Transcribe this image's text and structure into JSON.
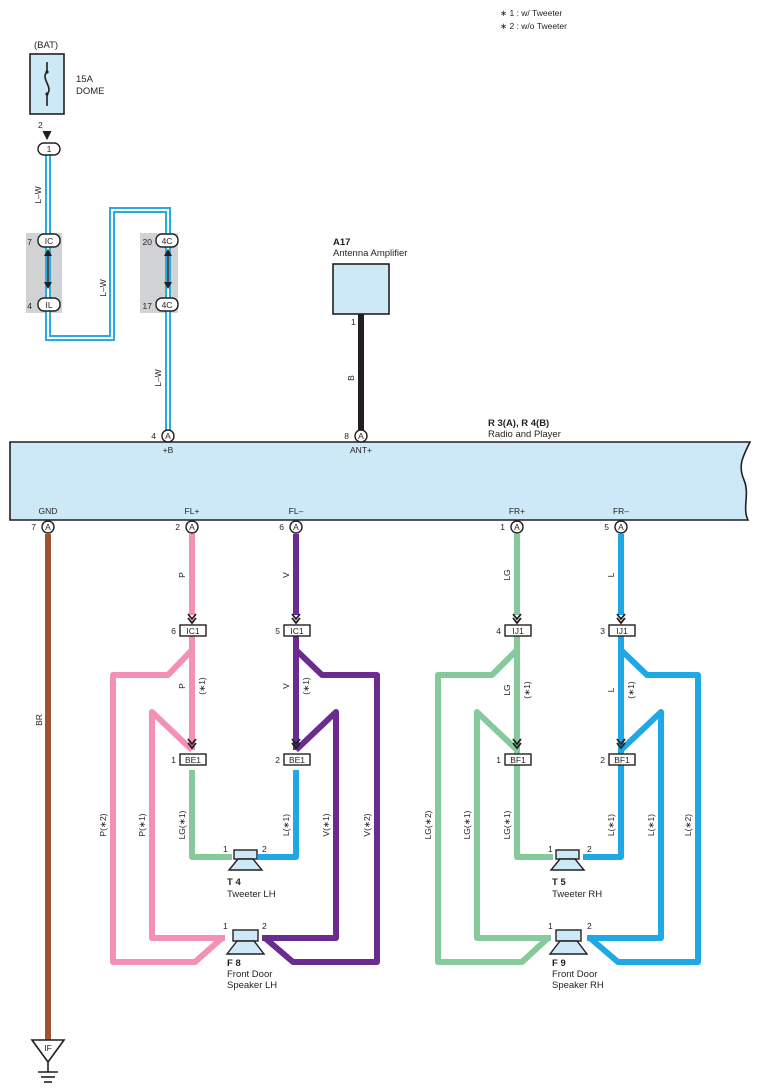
{
  "legend": {
    "note1": "∗ 1 : w/ Tweeter",
    "note2": "∗ 2 : w/o Tweeter"
  },
  "colors": {
    "lw_outer": "#29abe2",
    "lw_inner": "#ffffff",
    "black": "#231f20",
    "brown": "#a0522d",
    "pink": "#f48fb6",
    "violet": "#6a2c91",
    "light_green": "#86c99b",
    "blue": "#1ea8e6",
    "component_fill": "#cde9f8",
    "junction_shade": "#d1d2d4"
  },
  "fuse": {
    "supply": "(BAT)",
    "rating": "15A",
    "name": "DOME",
    "pin": "2",
    "connector": "1"
  },
  "junctions": {
    "j_left_top": {
      "pin": "7",
      "code": "IC"
    },
    "j_left_bottom": {
      "pin": "4",
      "code": "IL"
    },
    "j_right_top": {
      "pin": "20",
      "code": "4C"
    },
    "j_right_bottom": {
      "pin": "17",
      "code": "4C"
    }
  },
  "amplifier": {
    "id": "A17",
    "name": "Antenna Amplifier",
    "pin": "1"
  },
  "radio": {
    "id": "R 3(A), R 4(B)",
    "name": "Radio and Player",
    "pins": {
      "b_plus": {
        "num": "4",
        "conn": "A",
        "label": "+B"
      },
      "ant": {
        "num": "8",
        "conn": "A",
        "label": "ANT+"
      },
      "gnd": {
        "num": "7",
        "conn": "A",
        "label": "GND"
      },
      "fl_plus": {
        "num": "2",
        "conn": "A",
        "label": "FL+"
      },
      "fl_minus": {
        "num": "6",
        "conn": "A",
        "label": "FL–"
      },
      "fr_plus": {
        "num": "1",
        "conn": "A",
        "label": "FR+"
      },
      "fr_minus": {
        "num": "5",
        "conn": "A",
        "label": "FR–"
      }
    }
  },
  "wire_labels": {
    "lw1": "L–W",
    "lw2": "L–W",
    "lw3": "L–W",
    "b": "B",
    "br": "BR",
    "p": "P",
    "v": "V",
    "lg": "LG",
    "l": "L",
    "p_tw": "P",
    "v_tw": "V",
    "lg_tw": "LG",
    "l_tw": "L",
    "s1": "(∗1)",
    "s2": "(∗1)",
    "s3": "(∗1)",
    "s4": "(∗1)",
    "p2": "P(∗2)",
    "p1": "P(∗1)",
    "lg1_left": "LG(∗1)",
    "l1_left": "L(∗1)",
    "v1": "V(∗1)",
    "v2": "V(∗2)",
    "lg2": "LG(∗2)",
    "lg1_right_outer": "LG(∗1)",
    "lg1_right": "LG(∗1)",
    "l1_right": "L(∗1)",
    "l1_right_outer": "L(∗1)",
    "l2": "L(∗2)"
  },
  "connectors": {
    "ic1_a": {
      "pin": "6",
      "code": "IC1"
    },
    "ic1_b": {
      "pin": "5",
      "code": "IC1"
    },
    "ij1_a": {
      "pin": "4",
      "code": "IJ1"
    },
    "ij1_b": {
      "pin": "3",
      "code": "IJ1"
    },
    "be1_a": {
      "pin": "1",
      "code": "BE1"
    },
    "be1_b": {
      "pin": "2",
      "code": "BE1"
    },
    "bf1_a": {
      "pin": "1",
      "code": "BF1"
    },
    "bf1_b": {
      "pin": "2",
      "code": "BF1"
    }
  },
  "speakers": {
    "t4": {
      "id": "T 4",
      "name": "Tweeter LH",
      "pin1": "1",
      "pin2": "2"
    },
    "t5": {
      "id": "T 5",
      "name": "Tweeter RH",
      "pin1": "1",
      "pin2": "2"
    },
    "f8": {
      "id": "F 8",
      "name1": "Front Door",
      "name2": "Speaker LH",
      "pin1": "1",
      "pin2": "2"
    },
    "f9": {
      "id": "F 9",
      "name1": "Front Door",
      "name2": "Speaker RH",
      "pin1": "1",
      "pin2": "2"
    }
  },
  "ground": {
    "code": "IF"
  }
}
